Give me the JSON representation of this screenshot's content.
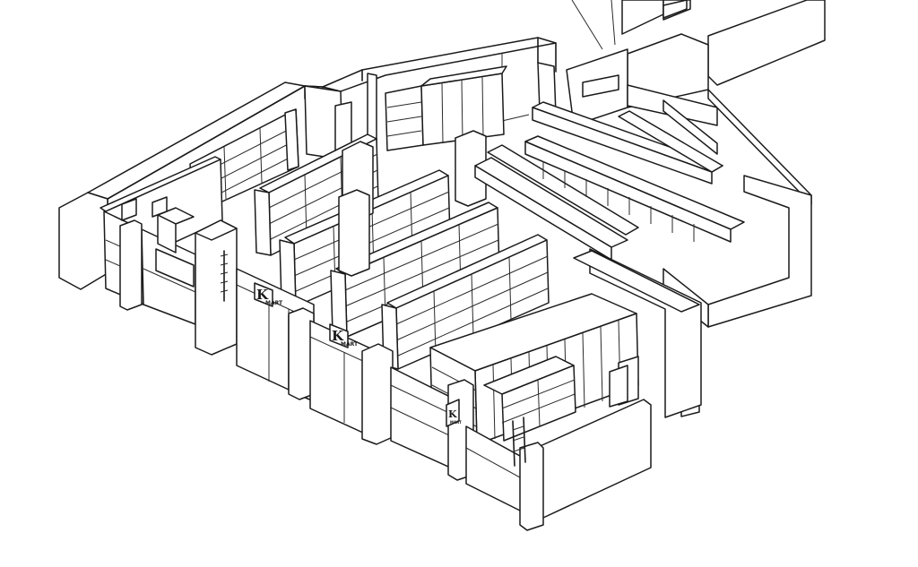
{
  "drawing": {
    "style": "isometric line drawing",
    "stroke_color": "#1a1a1a",
    "background_color": "#ffffff"
  },
  "signage": [
    {
      "letter": "K",
      "text": "MART"
    },
    {
      "letter": "K",
      "text": "MART"
    },
    {
      "letter": "K",
      "text": "MART"
    }
  ]
}
